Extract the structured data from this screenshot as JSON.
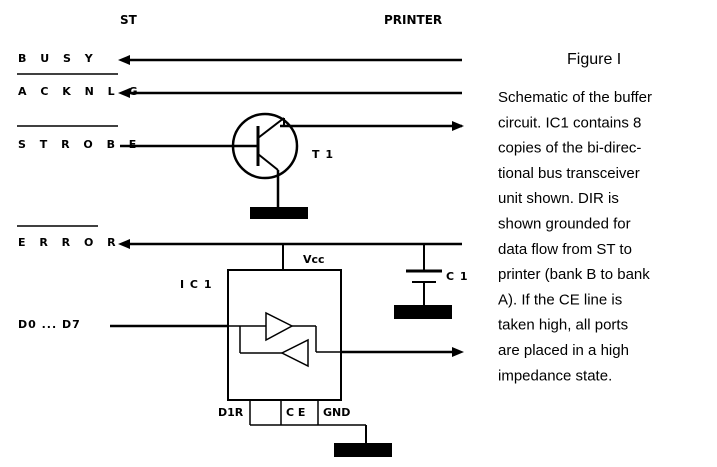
{
  "header": {
    "left": "ST",
    "right": "PRINTER"
  },
  "signals": {
    "busy": "B U S Y",
    "acknlg": "A C K N L G",
    "strobe": "S T R O B E",
    "error": "E R R O R",
    "data": "D0 ... D7"
  },
  "components": {
    "transistor": "T 1",
    "capacitor": "C 1",
    "ic": "I C 1",
    "vcc": "Vcc",
    "dir": "D1R",
    "ce": "C E",
    "gnd": "GND"
  },
  "caption": {
    "title": "Figure I",
    "lines": [
      "Schematic of the buffer",
      "circuit. IC1 contains 8",
      "copies of the bi-direc-",
      "tional bus transceiver",
      "unit shown. DIR is",
      "shown grounded for",
      "data flow from ST to",
      "printer (bank B to bank",
      "A). If the CE line is",
      "taken high, all ports",
      "are placed in a high",
      "impedance state."
    ]
  }
}
